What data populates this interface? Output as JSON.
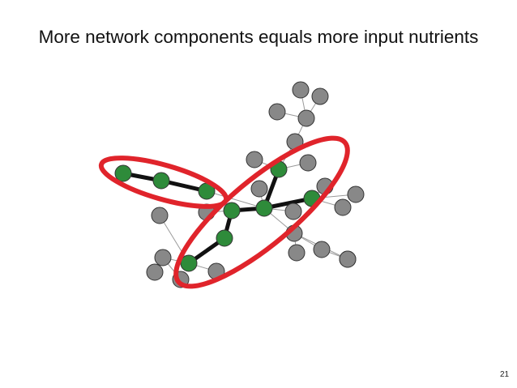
{
  "slide": {
    "title": "More network components equals more input nutrients",
    "page_number": "21"
  },
  "colors": {
    "node_active": "#2e8b3a",
    "node_inactive": "#888888",
    "node_stroke": "#333333",
    "edge_active": "#111111",
    "edge_inactive": "#9a9a9a",
    "highlight": "#e0242b"
  },
  "diagram": {
    "nodes": [
      {
        "id": "g1",
        "state": "active"
      },
      {
        "id": "g2",
        "state": "active"
      },
      {
        "id": "g3",
        "state": "active"
      },
      {
        "id": "g4",
        "state": "active"
      },
      {
        "id": "g5",
        "state": "active"
      },
      {
        "id": "g6",
        "state": "active"
      },
      {
        "id": "g7",
        "state": "active"
      },
      {
        "id": "g8",
        "state": "active"
      },
      {
        "id": "g9",
        "state": "active"
      },
      {
        "id": "n1",
        "state": "inactive"
      },
      {
        "id": "n2",
        "state": "inactive"
      },
      {
        "id": "n3",
        "state": "inactive"
      },
      {
        "id": "n4",
        "state": "inactive"
      },
      {
        "id": "n5",
        "state": "inactive"
      },
      {
        "id": "n6",
        "state": "inactive"
      },
      {
        "id": "n7",
        "state": "inactive"
      },
      {
        "id": "n8",
        "state": "inactive"
      },
      {
        "id": "n9",
        "state": "inactive"
      },
      {
        "id": "n10",
        "state": "inactive"
      },
      {
        "id": "n11",
        "state": "inactive"
      },
      {
        "id": "n12",
        "state": "inactive"
      },
      {
        "id": "n13",
        "state": "inactive"
      },
      {
        "id": "n14",
        "state": "inactive"
      },
      {
        "id": "n15",
        "state": "inactive"
      },
      {
        "id": "n16",
        "state": "inactive"
      },
      {
        "id": "n17",
        "state": "inactive"
      },
      {
        "id": "n18",
        "state": "inactive"
      },
      {
        "id": "n19",
        "state": "inactive"
      },
      {
        "id": "n20",
        "state": "inactive"
      },
      {
        "id": "n21",
        "state": "inactive"
      },
      {
        "id": "n22",
        "state": "inactive"
      },
      {
        "id": "n23",
        "state": "inactive"
      }
    ],
    "edges": [
      {
        "from": "g1",
        "to": "g2",
        "state": "active"
      },
      {
        "from": "g2",
        "to": "g3",
        "state": "active"
      },
      {
        "from": "g4",
        "to": "g5",
        "state": "active"
      },
      {
        "from": "g5",
        "to": "g7",
        "state": "active"
      },
      {
        "from": "g7",
        "to": "g6",
        "state": "active"
      },
      {
        "from": "g6",
        "to": "g8",
        "state": "active"
      },
      {
        "from": "g6",
        "to": "g9",
        "state": "active"
      },
      {
        "from": "g3",
        "to": "g6",
        "state": "inactive"
      },
      {
        "from": "n11",
        "to": "g4",
        "state": "inactive"
      },
      {
        "from": "g6",
        "to": "n12",
        "state": "inactive"
      },
      {
        "from": "g6",
        "to": "n13",
        "state": "inactive"
      },
      {
        "from": "g8",
        "to": "n6",
        "state": "inactive"
      },
      {
        "from": "g8",
        "to": "n7",
        "state": "inactive"
      },
      {
        "from": "n5",
        "to": "g8",
        "state": "inactive"
      },
      {
        "from": "n5",
        "to": "n4",
        "state": "inactive"
      },
      {
        "from": "n4",
        "to": "n3",
        "state": "inactive"
      },
      {
        "from": "n4",
        "to": "n1",
        "state": "inactive"
      },
      {
        "from": "n4",
        "to": "n2",
        "state": "inactive"
      },
      {
        "from": "g9",
        "to": "n9",
        "state": "inactive"
      },
      {
        "from": "g9",
        "to": "n10",
        "state": "inactive"
      },
      {
        "from": "n8",
        "to": "g9",
        "state": "inactive"
      },
      {
        "from": "g6",
        "to": "n14",
        "state": "inactive"
      },
      {
        "from": "n14",
        "to": "n17",
        "state": "inactive"
      },
      {
        "from": "n14",
        "to": "n18",
        "state": "inactive"
      },
      {
        "from": "n18",
        "to": "n19",
        "state": "inactive"
      },
      {
        "from": "n14",
        "to": "n16",
        "state": "inactive"
      },
      {
        "from": "g7",
        "to": "n15",
        "state": "inactive"
      },
      {
        "from": "g4",
        "to": "n20",
        "state": "inactive"
      },
      {
        "from": "g4",
        "to": "n21",
        "state": "inactive"
      },
      {
        "from": "n21",
        "to": "n22",
        "state": "inactive"
      },
      {
        "from": "n21",
        "to": "n23",
        "state": "inactive"
      }
    ],
    "highlight_groups": [
      {
        "id": "left-component",
        "members": [
          "g1",
          "g2",
          "g3"
        ]
      },
      {
        "id": "right-component",
        "members": [
          "g4",
          "g5",
          "g6",
          "g7",
          "g8",
          "g9"
        ]
      }
    ]
  }
}
